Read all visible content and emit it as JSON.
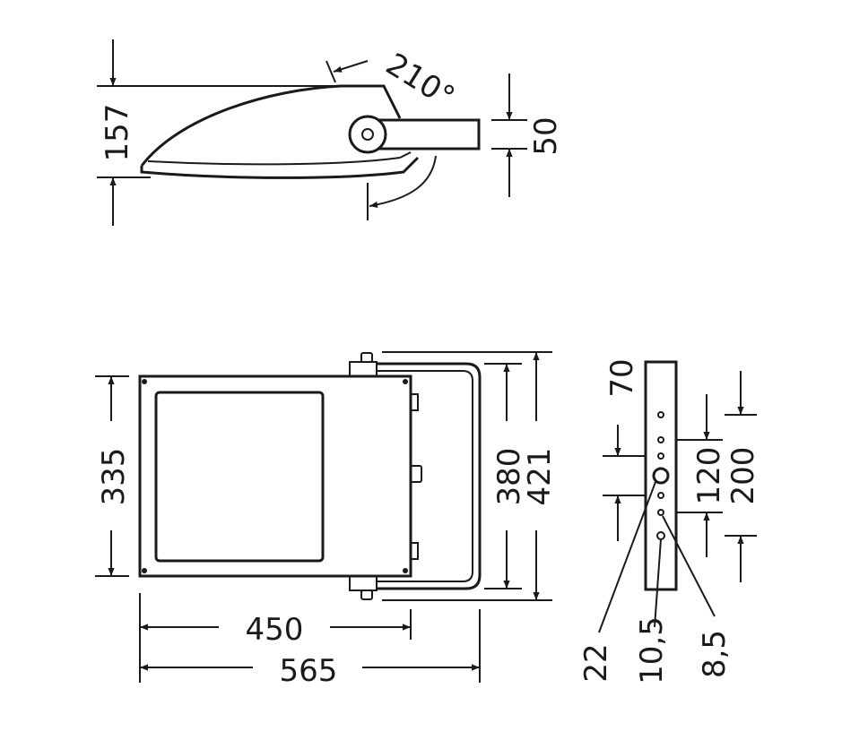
{
  "side_view": {
    "height": "157",
    "bracket_height": "50",
    "tilt_angle": "210°"
  },
  "front_view": {
    "body_height": "335",
    "bracket_inner_height": "380",
    "bracket_outer_height": "421",
    "body_width": "450",
    "total_width": "565"
  },
  "bracket_view": {
    "top_offset": "70",
    "hole_pitch": "120",
    "hole_span": "200",
    "center_hole": "22",
    "hole_medium": "10,5",
    "hole_small": "8,5"
  }
}
